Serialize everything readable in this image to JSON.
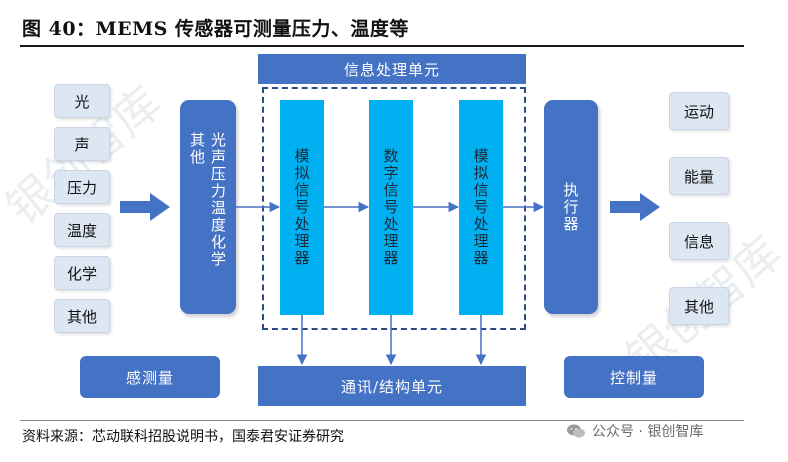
{
  "figure": {
    "title": "图 40：MEMS 传感器可测量压力、温度等",
    "source": "资料来源：芯动联科招股说明书，国泰君安证券研究"
  },
  "brand": {
    "label": "公众号 · 银创智库",
    "icon": "wechat-icon"
  },
  "watermark": "银创智库",
  "diagram": {
    "inputs": [
      "光",
      "声",
      "压力",
      "温度",
      "化学",
      "其他"
    ],
    "sensing_block": "光声压力温度化学其他",
    "processing_header": "信息处理单元",
    "processors": [
      "模拟信号处理器",
      "数字信号处理器",
      "模拟信号处理器"
    ],
    "actuator": "执行器",
    "outputs": [
      "运动",
      "能量",
      "信息",
      "其他"
    ],
    "bottom": {
      "sensing": "感测量",
      "communication": "通讯/结构单元",
      "control": "控制量"
    }
  },
  "colors": {
    "dark_blue": "#4472c4",
    "cyan": "#00b0f0",
    "light_box": "#dde6f3",
    "arrow": "#4472c4",
    "dashed_border": "#2e4a86"
  }
}
